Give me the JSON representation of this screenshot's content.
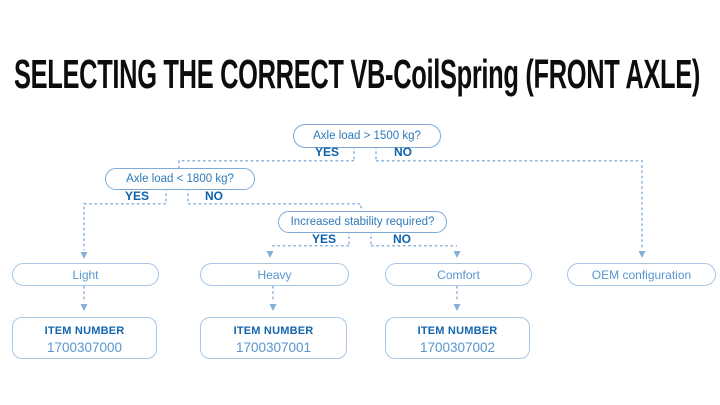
{
  "title": "SELECTING THE CORRECT VB-CoilSpring (FRONT AXLE)",
  "flowchart": {
    "decisions": [
      {
        "question": "Axle load > 1500 kg?",
        "yes": "YES",
        "no": "NO"
      },
      {
        "question": "Axle load < 1800 kg?",
        "yes": "YES",
        "no": "NO"
      },
      {
        "question": "Increased stability required?",
        "yes": "YES",
        "no": "NO"
      }
    ],
    "outcomes": [
      {
        "label": "Light",
        "item_label": "ITEM NUMBER",
        "item_number": "1700307000"
      },
      {
        "label": "Heavy",
        "item_label": "ITEM NUMBER",
        "item_number": "1700307001"
      },
      {
        "label": "Comfort",
        "item_label": "ITEM NUMBER",
        "item_number": "1700307002"
      },
      {
        "label": "OEM configuration"
      }
    ]
  },
  "colors": {
    "title": "#0d0d0d",
    "decision_text": "#2e7bba",
    "decision_border": "#7fa9d6",
    "yes_no": "#0e61ad",
    "outcome_text": "#5796d0",
    "outcome_border": "#a9c6e6",
    "item_label": "#1566ae",
    "item_number": "#5796d0",
    "connector": "#8cb4de"
  }
}
